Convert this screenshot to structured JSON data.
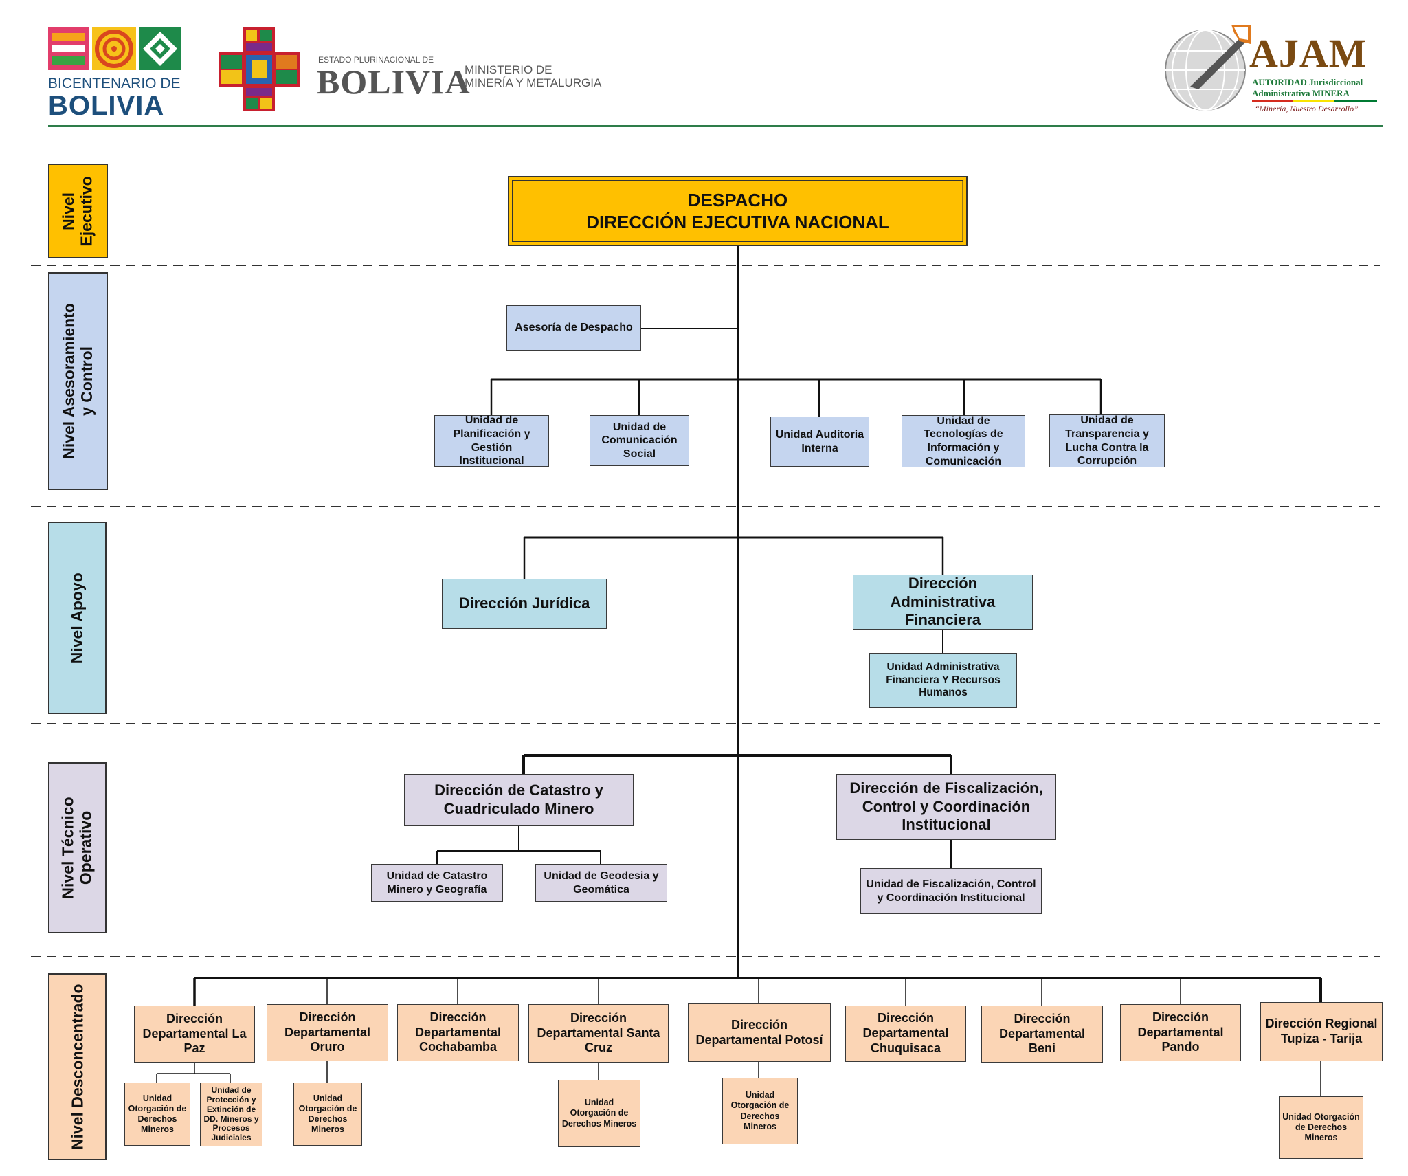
{
  "header": {
    "bicentenario_line1": "BICENTENARIO DE",
    "bicentenario_line2": "BOLIVIA",
    "estado_small": "ESTADO PLURINACIONAL DE",
    "estado_big": "BOLIVIA",
    "ministerio_line1": "MINISTERIO DE",
    "ministerio_line2": "MINERÍA Y METALURGIA",
    "ajam_title": "AJAM",
    "ajam_sub1": "AUTORIDAD Jurisdiccional",
    "ajam_sub2": "Administrativa MINERA",
    "ajam_slogan": "“Minería, Nuestro Desarrollo”"
  },
  "levels": {
    "ejecutivo": "Nivel\nEjecutivo",
    "asesoramiento": "Nivel Asesoramiento\ny Control",
    "apoyo": "Nivel Apoyo",
    "tecnico": "Nivel Técnico\nOperativo",
    "desconcentrado": "Nivel Desconcentrado"
  },
  "ejecutivo": {
    "despacho_line1": "DESPACHO",
    "despacho_line2": "DIRECCIÓN EJECUTIVA NACIONAL"
  },
  "asesoramiento": {
    "asesoria": "Asesoría de Despacho",
    "unidades": [
      "Unidad de Planificación y Gestión Institucional",
      "Unidad de Comunicación Social",
      "Unidad Auditoria Interna",
      "Unidad de Tecnologías de Información y Comunicación",
      "Unidad de Transparencia y Lucha Contra la Corrupción"
    ]
  },
  "apoyo": {
    "juridica": "Dirección Jurídica",
    "administrativa": "Dirección Administrativa Financiera",
    "unidad_admin": "Unidad Administrativa Financiera Y Recursos Humanos"
  },
  "tecnico": {
    "catastro": "Dirección de Catastro y Cuadriculado Minero",
    "unidad_catastro": "Unidad de Catastro Minero y Geografía",
    "unidad_geodesia": "Unidad de Geodesia y Geomática",
    "fiscalizacion": "Dirección de Fiscalización, Control y Coordinación Institucional",
    "unidad_fiscalizacion": "Unidad de Fiscalización, Control y Coordinación Institucional"
  },
  "desconcentrado": {
    "direcciones": [
      "Dirección Departamental La Paz",
      "Dirección Departamental Oruro",
      "Dirección Departamental Cochabamba",
      "Dirección Departamental Santa Cruz",
      "Dirección Departamental Potosí",
      "Dirección Departamental Chuquisaca",
      "Dirección Departamental Beni",
      "Dirección Departamental Pando",
      "Dirección Regional Tupiza - Tarija"
    ],
    "unidades": {
      "lapaz_otorgacion": "Unidad Otorgación de Derechos Mineros",
      "lapaz_proteccion": "Unidad de Protección y Extinción de DD. Mineros y Procesos Judiciales",
      "oruro_otorgacion": "Unidad Otorgación de Derechos Mineros",
      "santacruz_otorgacion": "Unidad Otorgación de Derechos Mineros",
      "potosi_otorgacion": "Unidad Otorgación de Derechos Mineros",
      "tupiza_otorgacion": "Unidad Otorgación de Derechos Mineros"
    }
  },
  "colors": {
    "ejecutivo": "#ffc000",
    "asesoramiento": "#c5d5ef",
    "apoyo": "#b7dde8",
    "tecnico": "#dcd7e6",
    "desconcentrado": "#fbd5b5",
    "header_rule": "#2e7d4a",
    "ajam_brown": "#7a4a12",
    "bolivia_blue": "#1d4f7c"
  }
}
